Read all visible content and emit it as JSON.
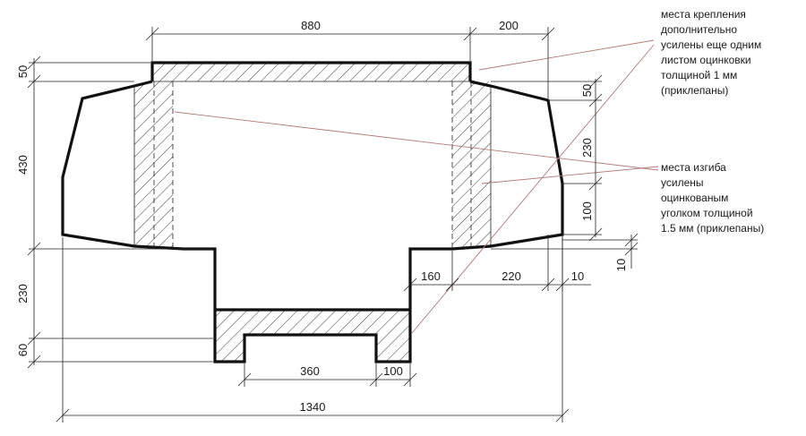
{
  "dimensions": {
    "top_width": "880",
    "top_right": "200",
    "left_50": "50",
    "left_430": "430",
    "left_230": "230",
    "left_60": "60",
    "right_50": "50",
    "right_230": "230",
    "right_100": "100",
    "right_10_vertical": "10",
    "mid_160": "160",
    "mid_220": "220",
    "mid_10": "10",
    "bottom_360": "360",
    "bottom_100": "100",
    "bottom_1340": "1340"
  },
  "notes": {
    "mount": [
      "места крепления",
      "дополнительно",
      "усилены еще одним",
      "листом оцинковки",
      "толщиной 1 мм",
      "(приклепаны)"
    ],
    "bend": [
      "места изгиба",
      "усилены",
      "оцинкованым",
      "уголком толщиной",
      "1.5 мм (приклепаны)"
    ]
  },
  "colors": {
    "outline": "#111111",
    "leader": "#b07a7a"
  }
}
